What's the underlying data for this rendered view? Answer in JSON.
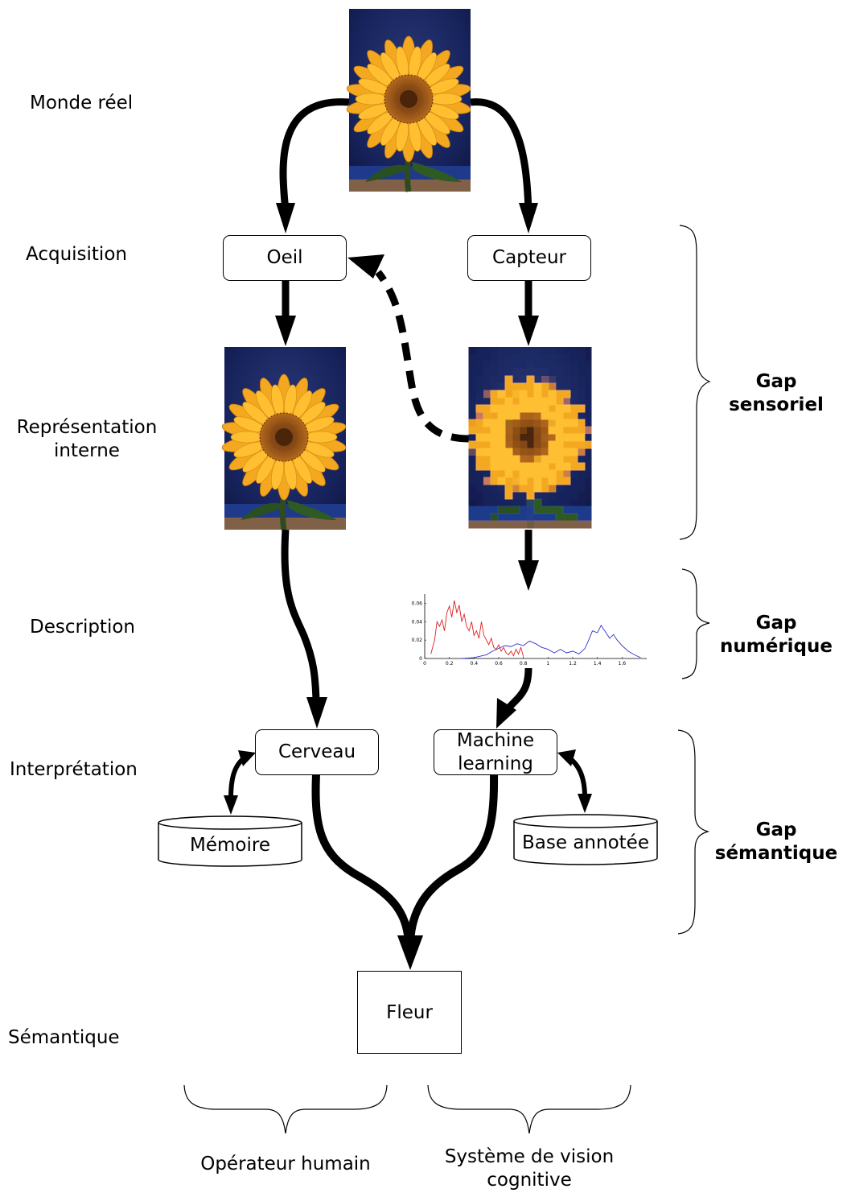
{
  "levels": {
    "monde_reel": "Monde réel",
    "acquisition": "Acquisition",
    "representation_line1": "Représentation",
    "representation_line2": "interne",
    "description": "Description",
    "interpretation": "Interprétation",
    "semantique": "Sémantique"
  },
  "nodes": {
    "oeil": "Oeil",
    "capteur": "Capteur",
    "cerveau": "Cerveau",
    "machine_learning_line1": "Machine",
    "machine_learning_line2": "learning",
    "memoire": "Mémoire",
    "base_annotee": "Base annotée",
    "fleur": "Fleur"
  },
  "gaps": {
    "sensoriel_line1": "Gap",
    "sensoriel_line2": "sensoriel",
    "numerique_line1": "Gap",
    "numerique_line2": "numérique",
    "semantique_line1": "Gap",
    "semantique_line2": "sémantique"
  },
  "bottom": {
    "operateur": "Opérateur humain",
    "systeme_line1": "Système de vision",
    "systeme_line2": "cognitive"
  },
  "images": {
    "top": "sunflower-photo",
    "internal": "sunflower-photo",
    "pixelated": "sunflower-pixelated-photo"
  },
  "chart_data": {
    "type": "line",
    "x_ticks": [
      "0",
      "0.2",
      "0.4",
      "0.6",
      "0.8",
      "1",
      "1.2",
      "1.4",
      "1.6"
    ],
    "y_ticks": [
      "0",
      "0.02",
      "0.04",
      "0.06"
    ],
    "xlim": [
      0,
      1.8
    ],
    "ylim": [
      0,
      0.07
    ],
    "series": [
      {
        "color": "#e02020",
        "x": [
          0.05,
          0.08,
          0.1,
          0.12,
          0.14,
          0.16,
          0.18,
          0.2,
          0.22,
          0.24,
          0.26,
          0.28,
          0.3,
          0.32,
          0.34,
          0.36,
          0.38,
          0.4,
          0.42,
          0.44,
          0.46,
          0.48,
          0.5,
          0.52,
          0.54,
          0.56,
          0.58,
          0.6,
          0.62,
          0.64,
          0.66,
          0.68,
          0.7,
          0.72,
          0.74,
          0.76,
          0.78,
          0.8
        ],
        "y": [
          0.005,
          0.02,
          0.04,
          0.035,
          0.042,
          0.03,
          0.05,
          0.057,
          0.045,
          0.063,
          0.05,
          0.058,
          0.04,
          0.048,
          0.035,
          0.03,
          0.04,
          0.025,
          0.03,
          0.022,
          0.04,
          0.025,
          0.02,
          0.015,
          0.022,
          0.012,
          0.01,
          0.015,
          0.008,
          0.012,
          0.006,
          0.004,
          0.008,
          0.003,
          0.01,
          0.005,
          0.012,
          0.002
        ]
      },
      {
        "color": "#3030d0",
        "x": [
          0.3,
          0.4,
          0.5,
          0.55,
          0.6,
          0.65,
          0.7,
          0.75,
          0.8,
          0.85,
          0.9,
          0.95,
          1.0,
          1.05,
          1.1,
          1.15,
          1.2,
          1.25,
          1.3,
          1.33,
          1.36,
          1.4,
          1.43,
          1.46,
          1.5,
          1.53,
          1.56,
          1.6,
          1.65,
          1.7,
          1.75
        ],
        "y": [
          0.0,
          0.001,
          0.004,
          0.008,
          0.011,
          0.014,
          0.013,
          0.016,
          0.014,
          0.019,
          0.016,
          0.012,
          0.01,
          0.006,
          0.01,
          0.006,
          0.008,
          0.005,
          0.011,
          0.02,
          0.03,
          0.028,
          0.036,
          0.03,
          0.022,
          0.026,
          0.02,
          0.014,
          0.008,
          0.004,
          0.001
        ]
      }
    ]
  }
}
